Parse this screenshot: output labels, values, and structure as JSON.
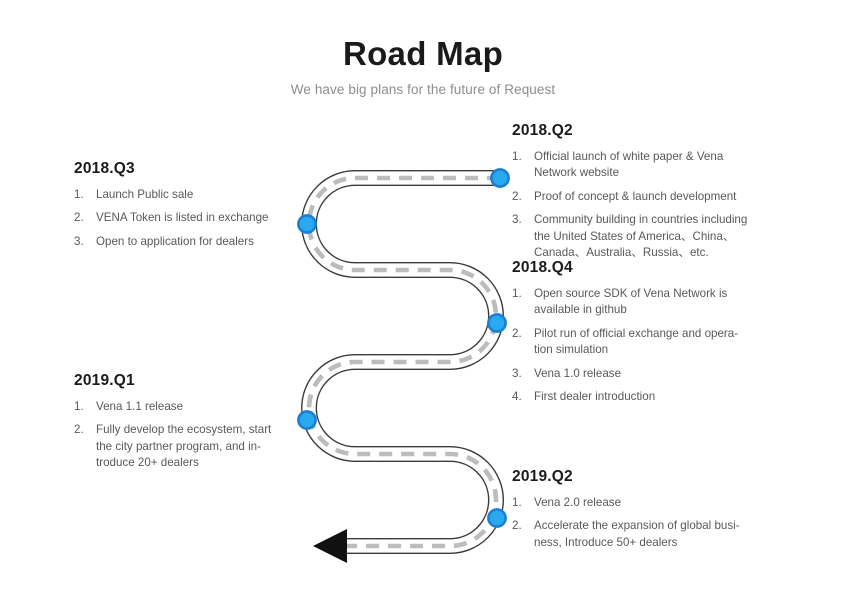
{
  "header": {
    "title": "Road Map",
    "subtitle": "We have big plans for the future of Request"
  },
  "colors": {
    "node_fill": "#29a9ef",
    "node_ring": "#1b7fd4",
    "road_edge": "#3a3a3a",
    "road_surface": "#ffffff",
    "road_dash": "#bcbcbc",
    "arrow": "#111111",
    "heading_text": "#1b1b1b",
    "body_text": "#58595b",
    "subtitle_text": "#8d8d8d"
  },
  "milestones": [
    {
      "id": "2018-q3",
      "heading": "2018.Q3",
      "items": [
        "Launch Public sale",
        "VENA Token is listed in exchange",
        "Open to application for dealers"
      ]
    },
    {
      "id": "2018-q2",
      "heading": "2018.Q2",
      "items": [
        "Official launch of white paper & Vena\nNetwork website",
        "Proof of concept & launch development",
        "Community building in countries including\nthe United States of America、China、\nCanada、Australia、Russia、etc."
      ]
    },
    {
      "id": "2018-q4",
      "heading": "2018.Q4",
      "items": [
        "Open source SDK of Vena Network is\navailable in github",
        "Pilot run of official exchange and opera-\ntion simulation",
        "Vena 1.0 release",
        "First dealer introduction"
      ]
    },
    {
      "id": "2019-q1",
      "heading": "2019.Q1",
      "items": [
        "Vena 1.1 release",
        "Fully develop the ecosystem, start\nthe city partner program, and in-\ntroduce 20+ dealers"
      ]
    },
    {
      "id": "2019-q2",
      "heading": "2019.Q2",
      "items": [
        "Vena 2.0 release",
        "Accelerate the expansion of global busi-\nness, Introduce 50+ dealers"
      ]
    }
  ],
  "numbering": [
    "1.",
    "2.",
    "3.",
    "4."
  ]
}
